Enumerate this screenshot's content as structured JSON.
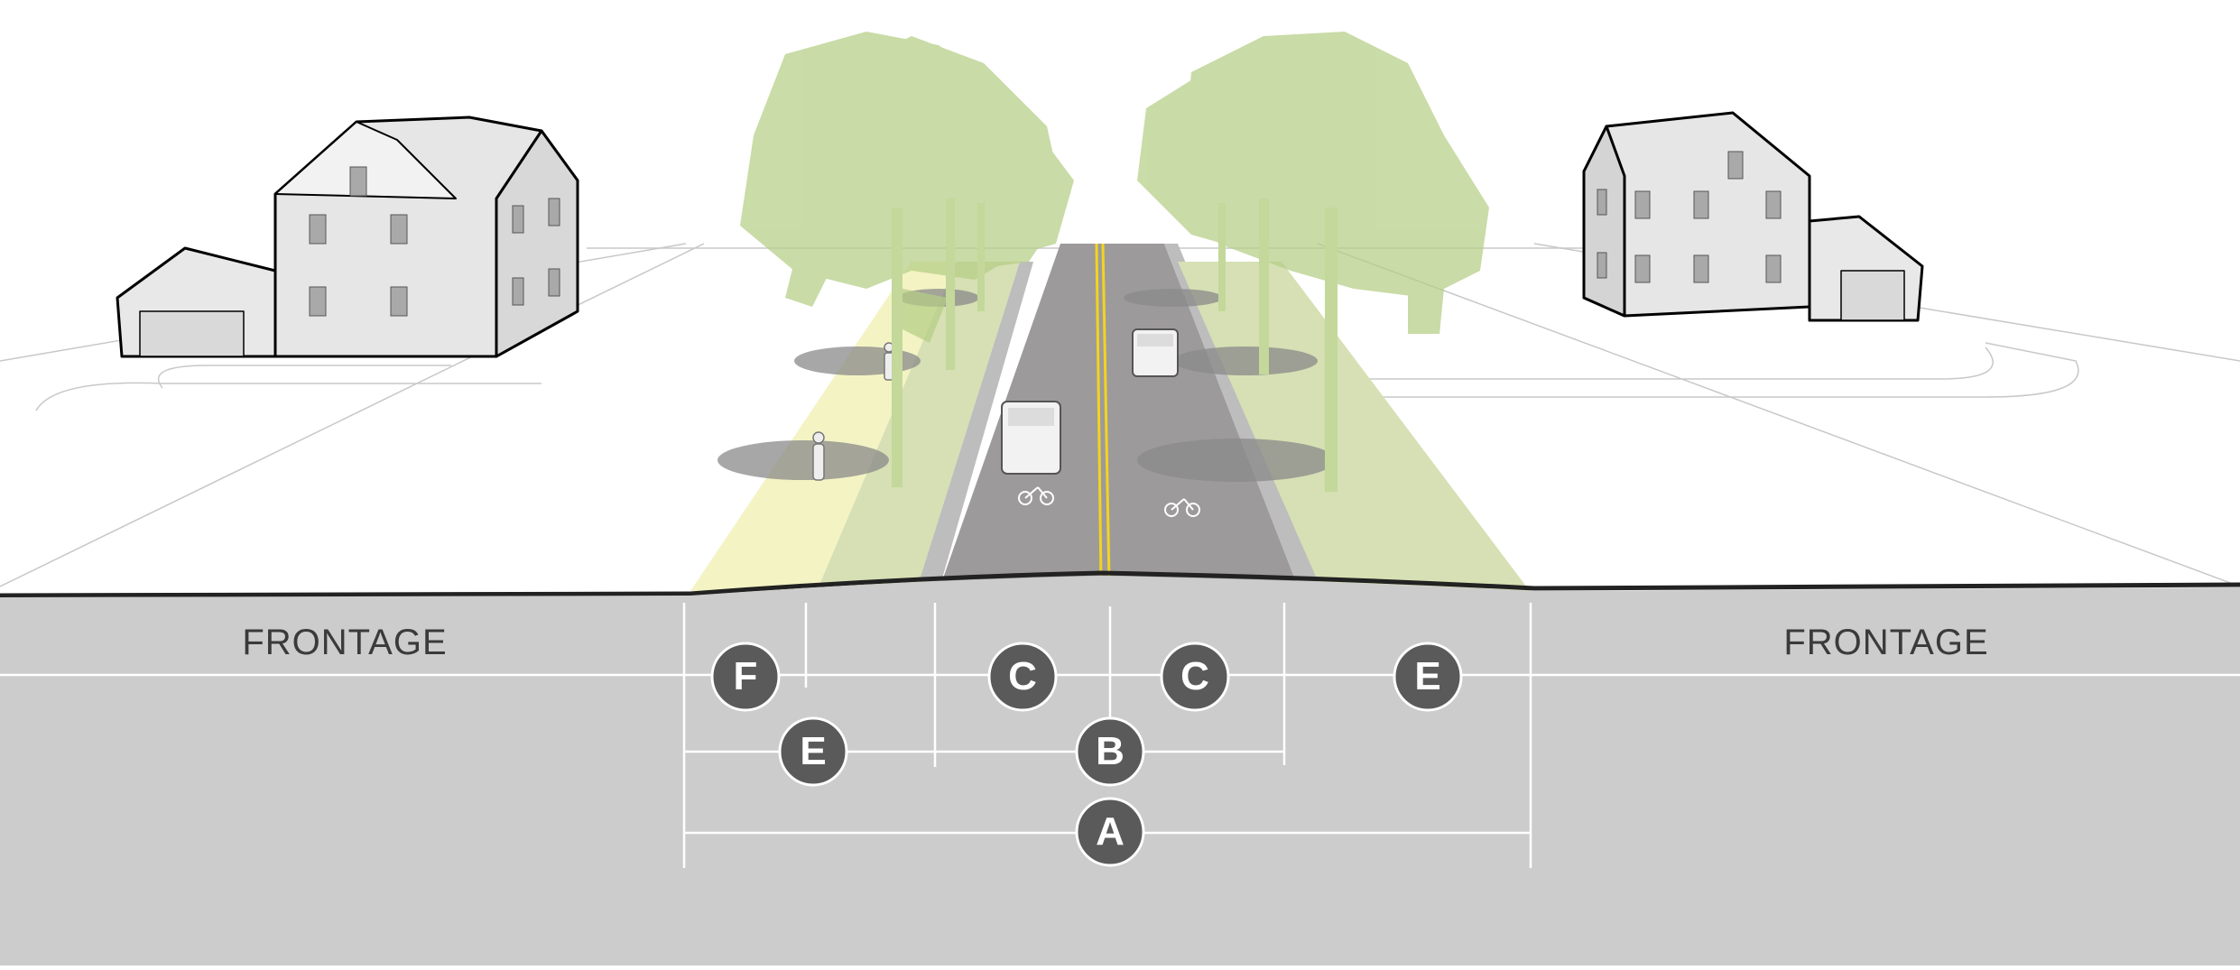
{
  "labels": {
    "frontage_left": "FRONTAGE",
    "frontage_right": "FRONTAGE"
  },
  "markers": {
    "f": "F",
    "e_left": "E",
    "c_left": "C",
    "c_right": "C",
    "e_right": "E",
    "b": "B",
    "a": "A"
  },
  "colors": {
    "panel": "#cccccc",
    "marker_fill": "#5a5a5a",
    "road": "#9d9a9c",
    "centerline": "#f2d41f",
    "tree": "#b5ce85",
    "sidewalk": "#f4f3c4",
    "planting": "#d6e0b4",
    "house": "#e6e6e6"
  }
}
